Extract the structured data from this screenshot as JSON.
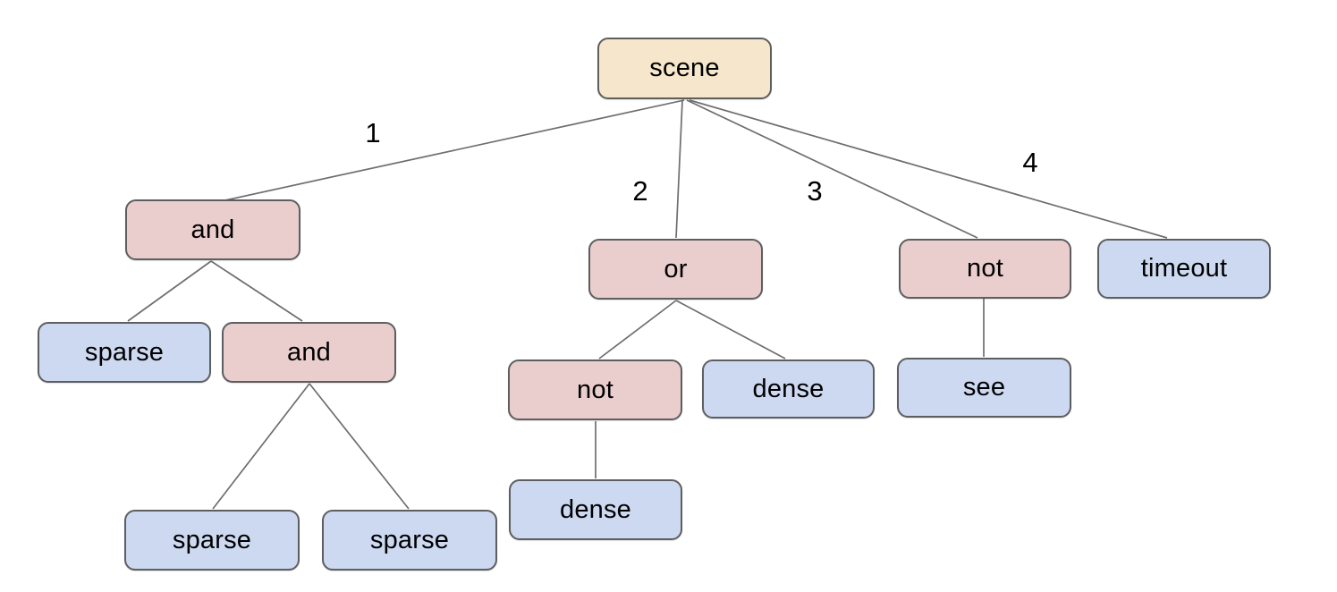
{
  "diagram": {
    "colors": {
      "background": "#ffffff",
      "root_fill": "#f6e7cc",
      "operator_fill": "#eacecd",
      "leaf_fill": "#cdd9f1",
      "node_border": "#5d5e60",
      "edge_line": "#6e6e6e",
      "text": "#000000"
    },
    "nodes": [
      {
        "id": "scene",
        "label": "scene",
        "kind": "root"
      },
      {
        "id": "and-1",
        "label": "and",
        "kind": "operator"
      },
      {
        "id": "or-1",
        "label": "or",
        "kind": "operator"
      },
      {
        "id": "not-2",
        "label": "not",
        "kind": "operator"
      },
      {
        "id": "timeout-1",
        "label": "timeout",
        "kind": "leaf"
      },
      {
        "id": "sparse-1",
        "label": "sparse",
        "kind": "leaf"
      },
      {
        "id": "and-2",
        "label": "and",
        "kind": "operator"
      },
      {
        "id": "not-1",
        "label": "not",
        "kind": "operator"
      },
      {
        "id": "dense-1",
        "label": "dense",
        "kind": "leaf"
      },
      {
        "id": "see-1",
        "label": "see",
        "kind": "leaf"
      },
      {
        "id": "dense-2",
        "label": "dense",
        "kind": "leaf"
      },
      {
        "id": "sparse-2",
        "label": "sparse",
        "kind": "leaf"
      },
      {
        "id": "sparse-3",
        "label": "sparse",
        "kind": "leaf"
      }
    ],
    "edges": [
      {
        "from": "scene",
        "to": "and-1",
        "label": "1"
      },
      {
        "from": "scene",
        "to": "or-1",
        "label": "2"
      },
      {
        "from": "scene",
        "to": "not-2",
        "label": "3"
      },
      {
        "from": "scene",
        "to": "timeout-1",
        "label": "4"
      },
      {
        "from": "and-1",
        "to": "sparse-1",
        "label": ""
      },
      {
        "from": "and-1",
        "to": "and-2",
        "label": ""
      },
      {
        "from": "and-2",
        "to": "sparse-2",
        "label": ""
      },
      {
        "from": "and-2",
        "to": "sparse-3",
        "label": ""
      },
      {
        "from": "or-1",
        "to": "not-1",
        "label": ""
      },
      {
        "from": "or-1",
        "to": "dense-1",
        "label": ""
      },
      {
        "from": "not-1",
        "to": "dense-2",
        "label": ""
      },
      {
        "from": "not-2",
        "to": "see-1",
        "label": ""
      }
    ]
  }
}
